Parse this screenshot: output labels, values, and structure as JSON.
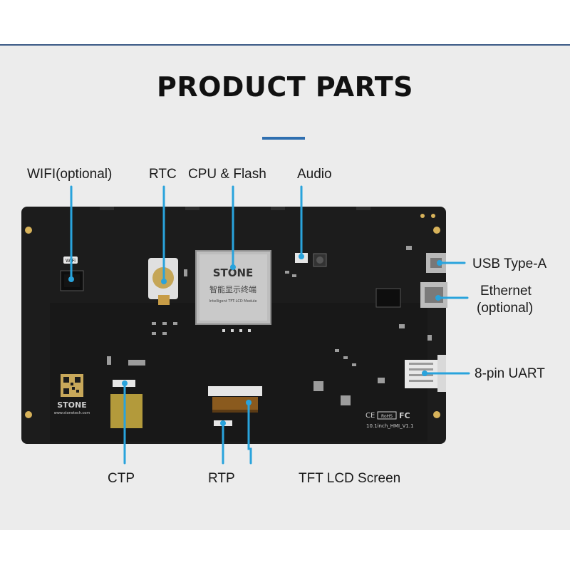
{
  "title": "PRODUCT PARTS",
  "colors": {
    "accent": "#2f6fb0",
    "callout": "#29a3dc",
    "board": "#1c1c1c",
    "background": "#ececec"
  },
  "labels": {
    "wifi": "WIFI(optional)",
    "rtc": "RTC",
    "cpu": "CPU & Flash",
    "audio": "Audio",
    "usb": "USB Type-A",
    "ethernet_line1": "Ethernet",
    "ethernet_line2": "(optional)",
    "uart": "8-pin UART",
    "ctp": "CTP",
    "rtp": "RTP",
    "tft": "TFT LCD Screen"
  },
  "board": {
    "brand": "STONE",
    "chip_brand": "STONE",
    "chip_cn": "智能显示终端",
    "chip_sub": "Intelligent TFT-LCD Module",
    "website": "www.stonetech.com",
    "model": "10.1inch_HMI_V1.1",
    "wifi_mark": "WiFi",
    "cert_ce": "CE",
    "cert_rohs": "RoHS",
    "cert_fc": "FC"
  }
}
